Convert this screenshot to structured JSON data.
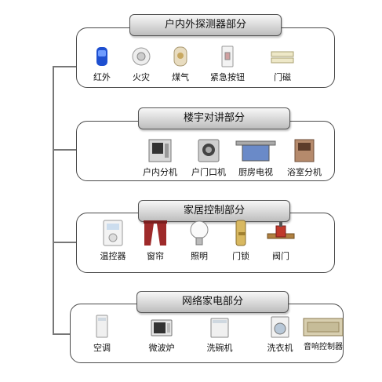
{
  "sections": [
    {
      "title": "户内外探测器部分",
      "items": [
        {
          "label": "红外",
          "icon": "infrared-sensor-icon"
        },
        {
          "label": "火灾",
          "icon": "smoke-detector-icon"
        },
        {
          "label": "煤气",
          "icon": "gas-detector-icon"
        },
        {
          "label": "紧急按钮",
          "icon": "emergency-button-icon"
        },
        {
          "label": "门磁",
          "icon": "door-sensor-icon"
        }
      ]
    },
    {
      "title": "楼宇对讲部分",
      "items": [
        {
          "label": "户内分机",
          "icon": "indoor-unit-icon"
        },
        {
          "label": "户门口机",
          "icon": "door-station-icon"
        },
        {
          "label": "厨房电视",
          "icon": "kitchen-tv-icon"
        },
        {
          "label": "浴室分机",
          "icon": "bathroom-unit-icon"
        }
      ]
    },
    {
      "title": "家居控制部分",
      "items": [
        {
          "label": "温控器",
          "icon": "thermostat-icon"
        },
        {
          "label": "窗帘",
          "icon": "curtain-icon"
        },
        {
          "label": "照明",
          "icon": "light-bulb-icon"
        },
        {
          "label": "门锁",
          "icon": "door-lock-icon"
        },
        {
          "label": "阀门",
          "icon": "valve-icon"
        }
      ]
    },
    {
      "title": "网络家电部分",
      "items": [
        {
          "label": "空调",
          "icon": "air-conditioner-icon"
        },
        {
          "label": "微波炉",
          "icon": "microwave-icon"
        },
        {
          "label": "洗碗机",
          "icon": "dishwasher-icon"
        },
        {
          "label": "洗衣机",
          "icon": "washing-machine-icon"
        },
        {
          "label": "音响控制器",
          "icon": "audio-controller-icon"
        }
      ]
    }
  ],
  "colors": {
    "panel_border": "#4a4a4a",
    "header_top": "#f7f7f7",
    "header_bottom": "#bdbdbd",
    "connector": "#777777"
  }
}
